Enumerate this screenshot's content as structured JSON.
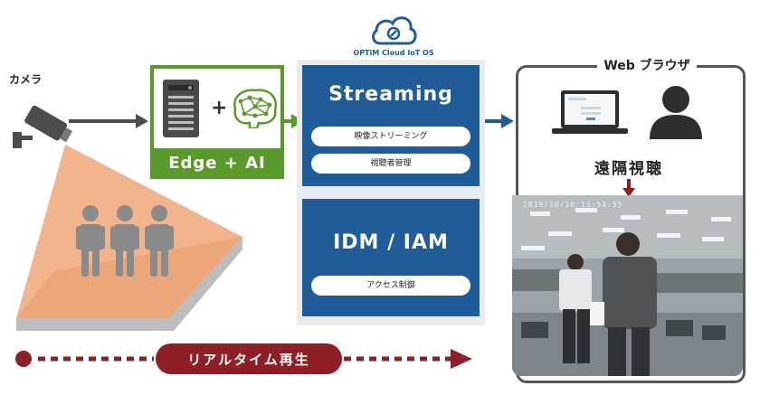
{
  "camera": {
    "label": "カメラ"
  },
  "edge": {
    "label": "Edge + AI",
    "plus": "+"
  },
  "cloud_os": {
    "label": "OPTiM Cloud IoT OS",
    "streaming": {
      "title": "Streaming",
      "items": [
        "映像ストリーミング",
        "視聴者管理"
      ]
    },
    "idm": {
      "title": "IDM / IAM",
      "items": [
        "アクセス制御"
      ]
    }
  },
  "browser": {
    "title": "Web ブラウザ",
    "remote_view": "遠隔視聴",
    "video_timestamp": "2019/10/10  13:54:55"
  },
  "timeline": {
    "label": "リアルタイム再生"
  },
  "colors": {
    "edge_green": "#5a9a2c",
    "cloud_blue": "#1f5c99",
    "realtime_red": "#8e1f26",
    "cone_orange": "#f1b48c"
  }
}
